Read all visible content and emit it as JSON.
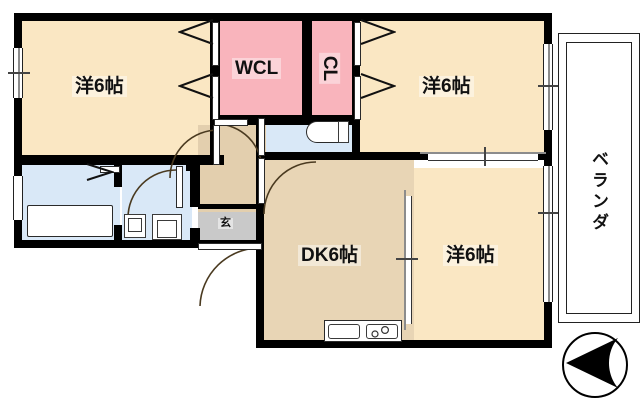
{
  "plan": {
    "type": "japanese-apartment-floor-plan",
    "layout_name": "3DK",
    "compass_direction": "west"
  },
  "rooms": [
    {
      "id": "room-nw",
      "label": "洋6帖",
      "kind": "western-room",
      "size_jo": 6
    },
    {
      "id": "room-ne",
      "label": "洋6帖",
      "kind": "western-room",
      "size_jo": 6
    },
    {
      "id": "room-se",
      "label": "洋6帖",
      "kind": "western-room",
      "size_jo": 6
    },
    {
      "id": "room-dk",
      "label": "DK6帖",
      "kind": "dining-kitchen",
      "size_jo": 6
    }
  ],
  "closets": [
    {
      "id": "closet-wcl",
      "label": "WCL",
      "kind": "walk-in-closet"
    },
    {
      "id": "closet-cl",
      "label": "CL",
      "kind": "closet"
    }
  ],
  "areas": [
    {
      "id": "genkan",
      "label": "玄",
      "kind": "entrance"
    },
    {
      "id": "veranda",
      "label": "ベランダ",
      "kind": "balcony"
    }
  ],
  "fixtures": [
    {
      "id": "bathtub",
      "name": "bathtub"
    },
    {
      "id": "washbasin",
      "name": "wash-basin"
    },
    {
      "id": "washer",
      "name": "washing-machine-space"
    },
    {
      "id": "toilet",
      "name": "toilet"
    },
    {
      "id": "kitchen-sink",
      "name": "kitchen-sink"
    },
    {
      "id": "kitchen-stove",
      "name": "gas-stove"
    }
  ],
  "colors": {
    "wall": "#000000",
    "tatami": "#fae7c3",
    "dining_kitchen": "#e8d5b5",
    "hall": "#e3cfae",
    "wet_area": "#d9e8f7",
    "closet": "#f9b4bc",
    "genkan": "#c9c9c9",
    "background": "#ffffff"
  }
}
